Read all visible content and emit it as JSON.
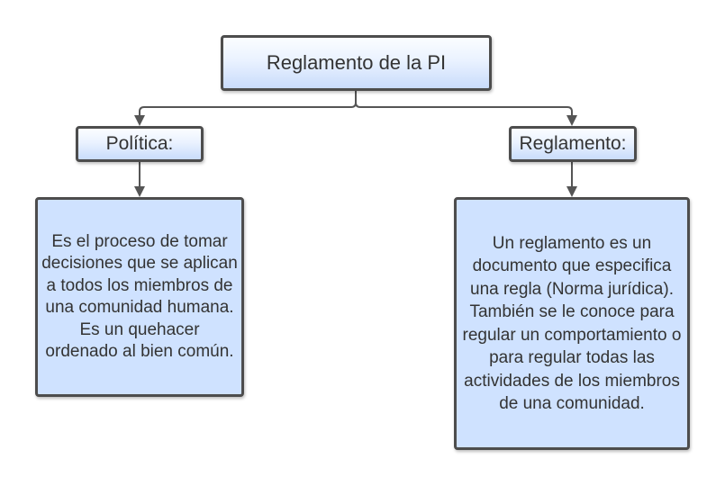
{
  "diagram": {
    "root": {
      "label": "Reglamento de la PI"
    },
    "left": {
      "label": "Política:",
      "description": "Es el proceso de tomar decisiones que se aplican a todos los miembros de una comunidad humana. Es un quehacer ordenado al bien común."
    },
    "right": {
      "label": "Reglamento:",
      "description": "Un reglamento es un documento que especifica una regla (Norma jurídica). También se le conoce para regular un comportamiento o para regular todas las actividades de los miembros de una comunidad."
    }
  },
  "colors": {
    "border": "#4d4d4d",
    "node_fill": "#cfe2ff",
    "connector": "#555555",
    "text": "#333333"
  }
}
